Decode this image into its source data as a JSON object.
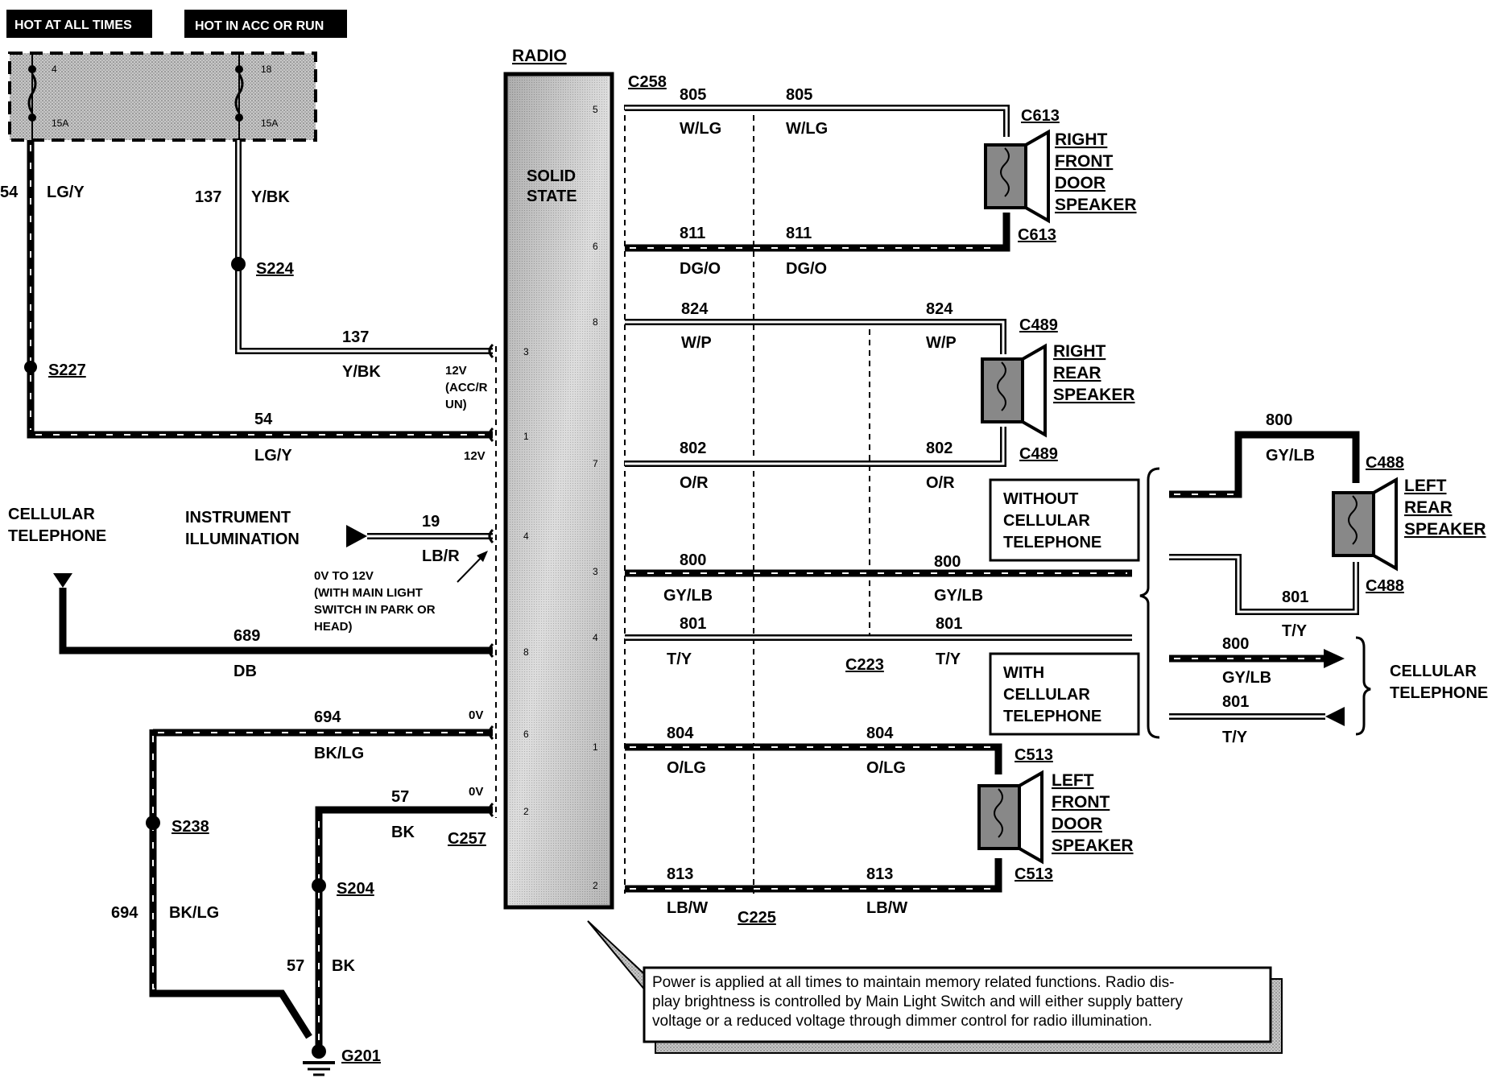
{
  "power_labels": {
    "hot_at_all_times": "HOT AT ALL TIMES",
    "hot_in_acc_or_run": "HOT IN ACC OR RUN"
  },
  "fuses": [
    {
      "number": "4",
      "amps": "15A"
    },
    {
      "number": "18",
      "amps": "15A"
    }
  ],
  "radio": {
    "title": "RADIO",
    "subtitle_line1": "SOLID",
    "subtitle_line2": "STATE",
    "pins_left": [
      "3",
      "1",
      "4",
      "8",
      "6",
      "2"
    ],
    "pins_right": [
      "5",
      "6",
      "8",
      "7",
      "3",
      "4",
      "1",
      "2"
    ]
  },
  "splices": {
    "s224": "S224",
    "s227": "S227",
    "s238": "S238",
    "s204": "S204",
    "g201": "G201"
  },
  "connectors": {
    "c258": "C258",
    "c257": "C257",
    "c223": "C223",
    "c225": "C225",
    "c613_top": "C613",
    "c613_bottom": "C613",
    "c489_top": "C489",
    "c489_bottom": "C489",
    "c488_top": "C488",
    "c488_bottom": "C488",
    "c513_top": "C513",
    "c513_bottom": "C513"
  },
  "left_circuits": {
    "w54_num": "54",
    "w54_color": "LG/Y",
    "w137_num": "137",
    "w137_color": "Y/BK",
    "w137h_num": "137",
    "w137h_color": "Y/BK",
    "w54h_num": "54",
    "w54h_color": "LG/Y",
    "volt_acc_run_l1": "12V",
    "volt_acc_run_l2": "(ACC/R",
    "volt_acc_run_l3": "UN)",
    "volt_12v": "12V",
    "w19_num": "19",
    "w19_color": "LB/R",
    "w689_num": "689",
    "w689_color": "DB",
    "w694_num": "694",
    "w694_color": "BK/LG",
    "w57_num": "57",
    "w57_color": "BK",
    "volt_0v_a": "0V",
    "volt_0v_b": "0V",
    "w694v_num": "694",
    "w694v_color": "BK/LG",
    "w57v_num": "57",
    "w57v_color": "BK"
  },
  "instrument": {
    "line1": "INSTRUMENT",
    "line2": "ILLUMINATION",
    "note_l1": "0V TO 12V",
    "note_l2": "(WITH MAIN LIGHT",
    "note_l3": "SWITCH IN PARK OR",
    "note_l4": "HEAD)"
  },
  "cellular_left": {
    "line1": "CELLULAR",
    "line2": "TELEPHONE"
  },
  "right_circuits": {
    "w805a_num": "805",
    "w805a_color": "W/LG",
    "w805b_num": "805",
    "w805b_color": "W/LG",
    "w811a_num": "811",
    "w811a_color": "DG/O",
    "w811b_num": "811",
    "w811b_color": "DG/O",
    "w824a_num": "824",
    "w824a_color": "W/P",
    "w824b_num": "824",
    "w824b_color": "W/P",
    "w802a_num": "802",
    "w802a_color": "O/R",
    "w802b_num": "802",
    "w802b_color": "O/R",
    "w800a_num": "800",
    "w800a_color": "GY/LB",
    "w800b_num": "800",
    "w800b_color": "GY/LB",
    "w801a_num": "801",
    "w801a_color": "T/Y",
    "w801b_num": "801",
    "w801b_color": "T/Y",
    "w804a_num": "804",
    "w804a_color": "O/LG",
    "w804b_num": "804",
    "w804b_color": "O/LG",
    "w813a_num": "813",
    "w813a_color": "LB/W",
    "w813b_num": "813",
    "w813b_color": "LB/W"
  },
  "speakers": {
    "rf": [
      "RIGHT",
      "FRONT",
      "DOOR",
      "SPEAKER"
    ],
    "rr": [
      "RIGHT",
      "REAR",
      "SPEAKER"
    ],
    "lr": [
      "LEFT",
      "REAR",
      "SPEAKER"
    ],
    "lf": [
      "LEFT",
      "FRONT",
      "DOOR",
      "SPEAKER"
    ]
  },
  "option_boxes": {
    "without": [
      "WITHOUT",
      "CELLULAR",
      "TELEPHONE"
    ],
    "with": [
      "WITH",
      "CELLULAR",
      "TELEPHONE"
    ]
  },
  "far_right": {
    "w800top_num": "800",
    "w800top_color": "GY/LB",
    "w801lr_num": "801",
    "w801lr_color": "T/Y",
    "w800cell_num": "800",
    "w800cell_color": "GY/LB",
    "w801cell_num": "801",
    "w801cell_color": "T/Y",
    "cell_line1": "CELLULAR",
    "cell_line2": "TELEPHONE"
  },
  "note": {
    "line1": "Power is applied at all times to maintain memory related functions.  Radio dis-",
    "line2": "play brightness is controlled by Main Light Switch and will either supply battery",
    "line3": "voltage or a reduced voltage through dimmer control for radio illumination."
  }
}
